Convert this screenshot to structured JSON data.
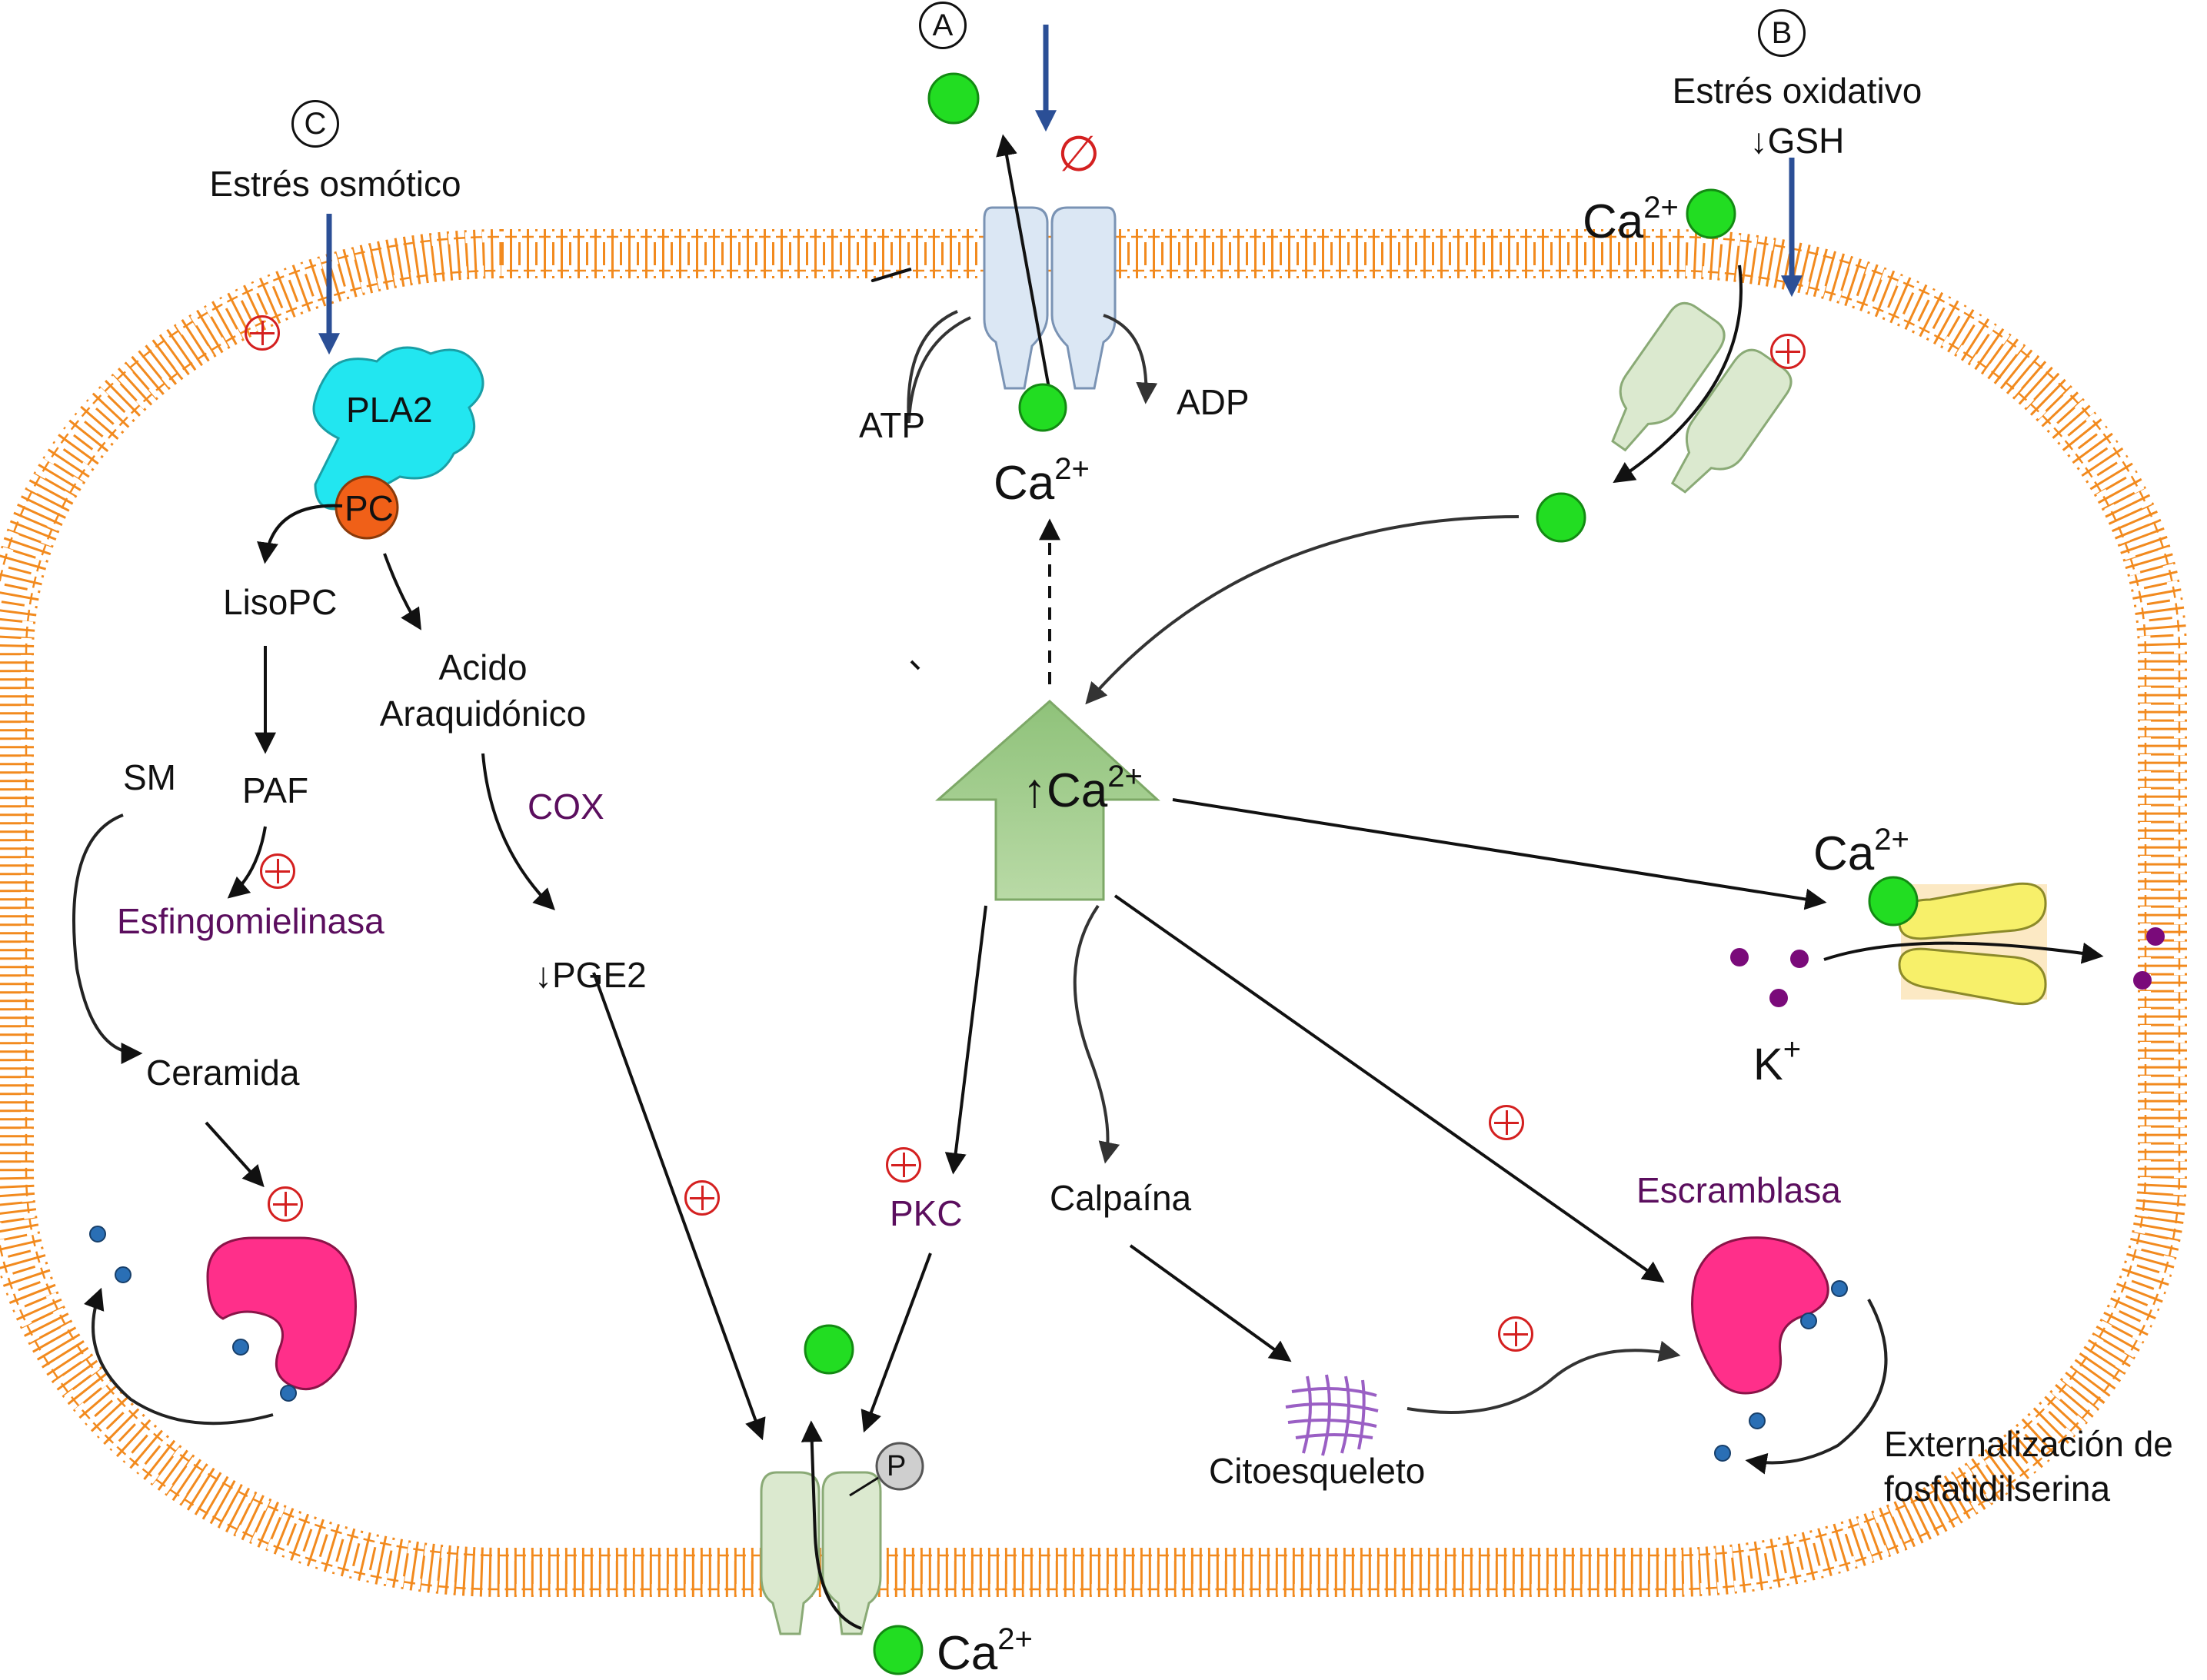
{
  "markers": {
    "a": "A",
    "b": "B",
    "c": "C"
  },
  "stimuli": {
    "osmotic": "Estrés osmótico",
    "oxidative": "Estrés oxidativo",
    "gsh": "↓GSH"
  },
  "proteins": {
    "pla2": "PLA2",
    "pc": "PC",
    "p": "P"
  },
  "labels": {
    "atp": "ATP",
    "adp": "ADP",
    "lisopc": "LisoPC",
    "acido1": "Acido",
    "acido2": "Araquidónico",
    "sm": "SM",
    "paf": "PAF",
    "cox": "COX",
    "esfingo": "Esfingomielinasa",
    "pge2": "↓PGE2",
    "ceramida": "Ceramida",
    "pkc": "PKC",
    "calpaina": "Calpaína",
    "citoesqueleto": "Citoesqueleto",
    "escramblasa": "Escramblasa",
    "ext1": "Externalización de",
    "ext2": "fosfatidilserina",
    "k": "K",
    "k_sup": "+"
  },
  "ions": {
    "ca": "Ca",
    "ca_sup": "2+",
    "up_ca": "↑Ca",
    "null": "∅"
  },
  "colors": {
    "membrane": "#f28a1e",
    "calcium": "#22dd22",
    "pla2": "#22e6f0",
    "pc": "#f06018",
    "scramblase": "#ff2f8a",
    "potassium": "#7a0a7a",
    "k_channel": "#f7f06a",
    "arrow_blue": "#2b4f96",
    "plus_red": "#d42020",
    "text_purple": "#5b0e5e",
    "up_arrow": "#a8cf92"
  }
}
